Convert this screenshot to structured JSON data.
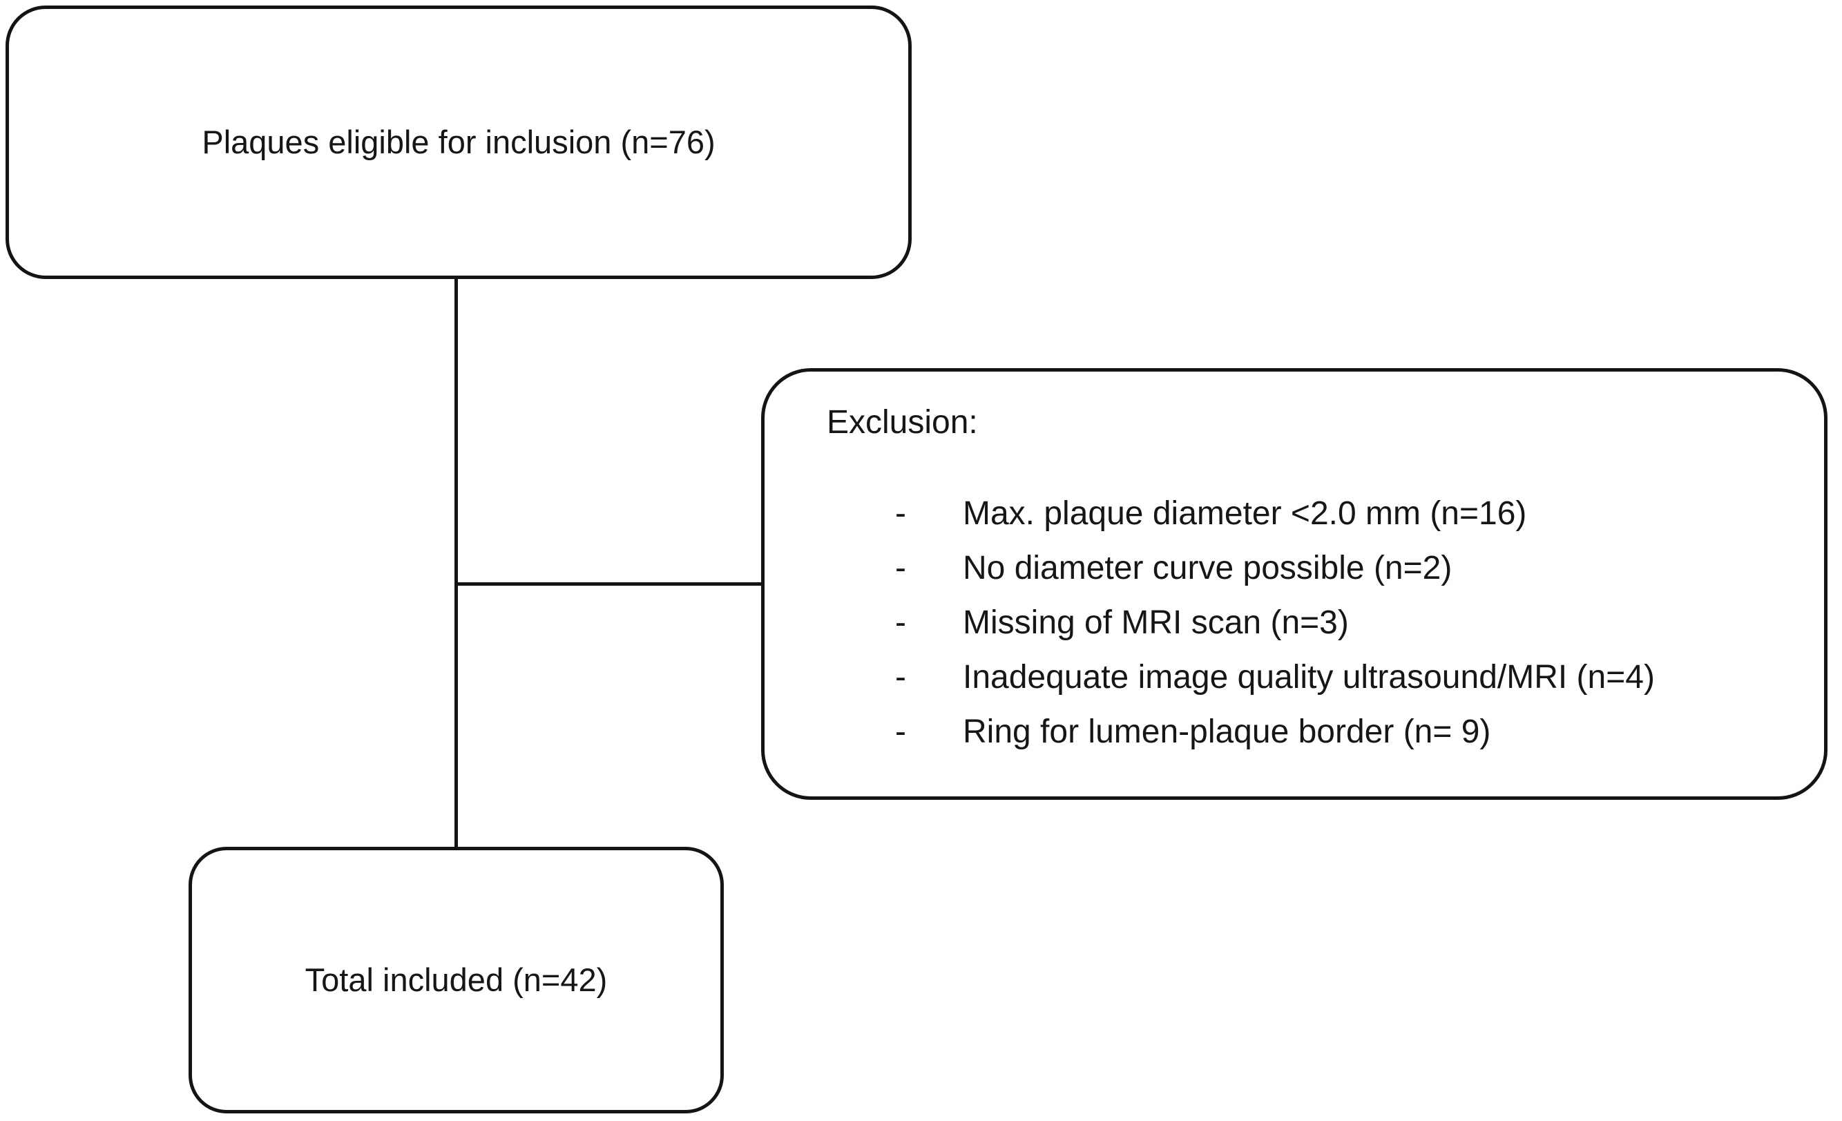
{
  "diagram": {
    "line_color": "#141414",
    "background": "#ffffff",
    "top_box": {
      "label": "Plaques eligible for inclusion (n=76)"
    },
    "exclusion_box": {
      "heading": "Exclusion:",
      "bullet": "-",
      "items": [
        "Max. plaque diameter <2.0 mm (n=16)",
        "No diameter curve possible (n=2)",
        "Missing of MRI scan (n=3)",
        "Inadequate image quality ultrasound/MRI (n=4)",
        "Ring for lumen-plaque border (n= 9)"
      ]
    },
    "bottom_box": {
      "label": "Total included (n=42)"
    }
  }
}
